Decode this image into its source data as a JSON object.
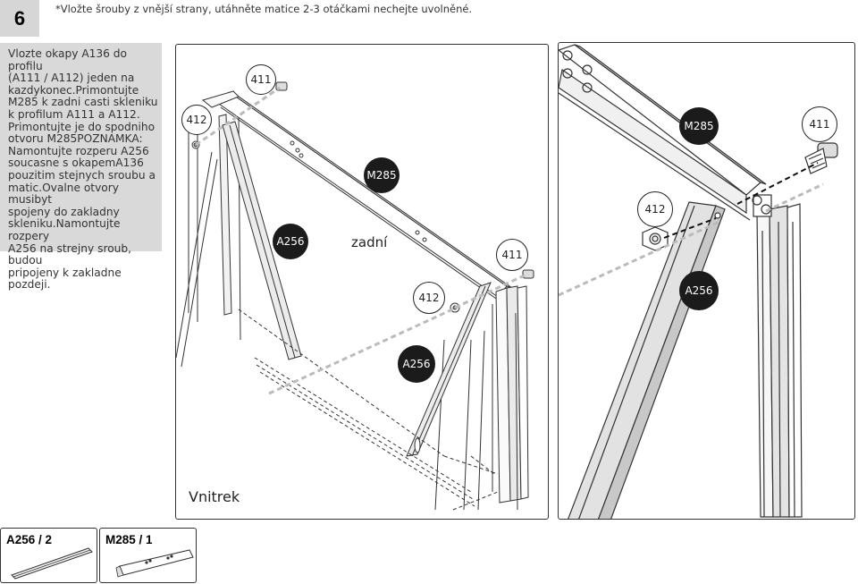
{
  "step": {
    "number": "6"
  },
  "note": "*Vložte šrouby z vnější strany, utáhněte matice 2-3 otáčkami nechejte uvolněné.",
  "instructions": [
    "Vlozte okapy A136 do profilu",
    "(A111 / A112) jeden na",
    "kazdykonec.Primontujte",
    "M285 k zadni casti skleniku",
    "k profilum A111 a A112.",
    "Primontujte je do spodniho",
    "otvoru M285POZNAMKA:",
    "Namontujte rozperu A256",
    "soucasne s okapemA136",
    "pouzitim stejnych sroubu a",
    "matic.Ovalne otvory musibyt",
    "spojeny do zakladny",
    "skleniku.Namontujte rozpery",
    "A256 na strejny sroub, budou",
    "pripojeny k zakladne pozdeji."
  ],
  "main_diagram": {
    "labels": {
      "c411a": "411",
      "c412a": "412",
      "m285": "M285",
      "a256a": "A256",
      "zadni": "zadní",
      "c411b": "411",
      "c412b": "412",
      "a256b": "A256",
      "vnitrek": "Vnitrek"
    }
  },
  "detail_diagram": {
    "labels": {
      "m285": "M285",
      "c411": "411",
      "c412": "412",
      "a256": "A256"
    }
  },
  "parts": [
    {
      "label": "A256 / 2"
    },
    {
      "label": "M285 / 1"
    }
  ]
}
